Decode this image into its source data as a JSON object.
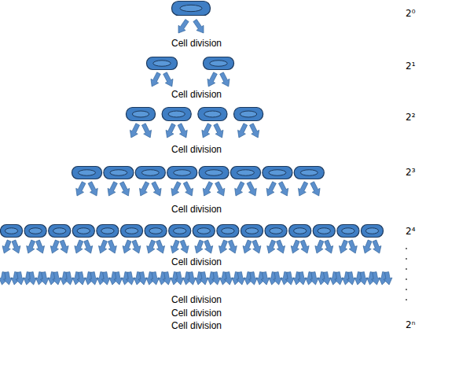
{
  "diagram": {
    "labels": [
      "2⁰",
      "Cell division",
      "2¹",
      "Cell division",
      "2²",
      "Cell division",
      "2³",
      "Cell division",
      "2⁴",
      "Cell division",
      "Cell division",
      "Cell division",
      "Cell division",
      "2ⁿ"
    ]
  }
}
